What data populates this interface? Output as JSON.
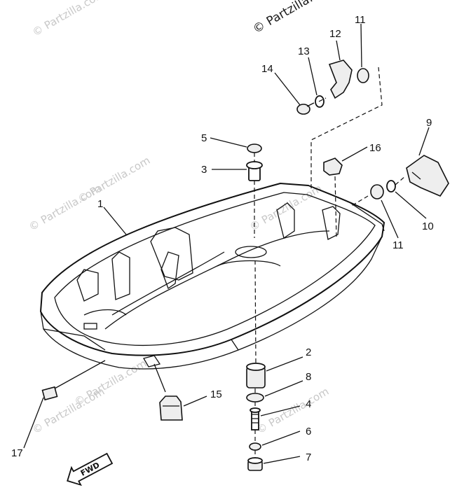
{
  "watermark": {
    "main": "© Partzilla.com",
    "faint": "© Partzilla.com"
  },
  "callouts": {
    "c1": "1",
    "c2": "2",
    "c3": "3",
    "c4": "4",
    "c5": "5",
    "c6": "6",
    "c7": "7",
    "c8": "8",
    "c9": "9",
    "c10": "10",
    "c11a": "11",
    "c11b": "11",
    "c12": "12",
    "c13": "13",
    "c14": "14",
    "c15": "15",
    "c16": "16",
    "c17": "17"
  },
  "fwd_label": "FWD"
}
